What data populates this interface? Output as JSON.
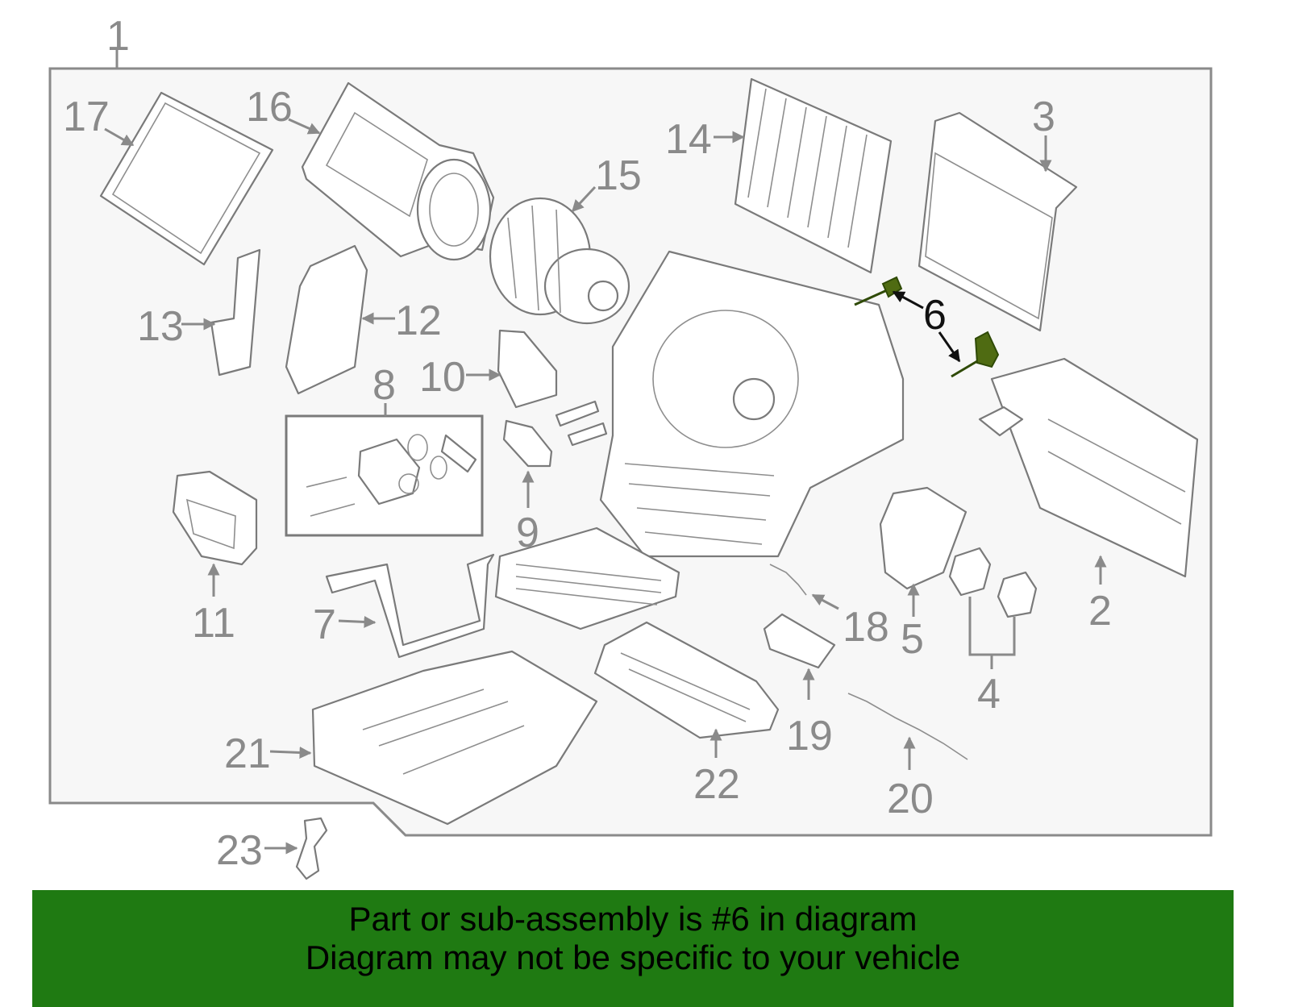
{
  "diagram": {
    "highlight_color": "#1f7a12",
    "highlighted_part": "6",
    "callouts": [
      "1",
      "2",
      "3",
      "4",
      "5",
      "6",
      "7",
      "8",
      "9",
      "10",
      "11",
      "12",
      "13",
      "14",
      "15",
      "16",
      "17",
      "18",
      "19",
      "20",
      "21",
      "22",
      "23"
    ]
  },
  "banner": {
    "line1": "Part or sub-assembly is #6 in diagram",
    "line2": "Diagram may not be specific to your vehicle"
  }
}
